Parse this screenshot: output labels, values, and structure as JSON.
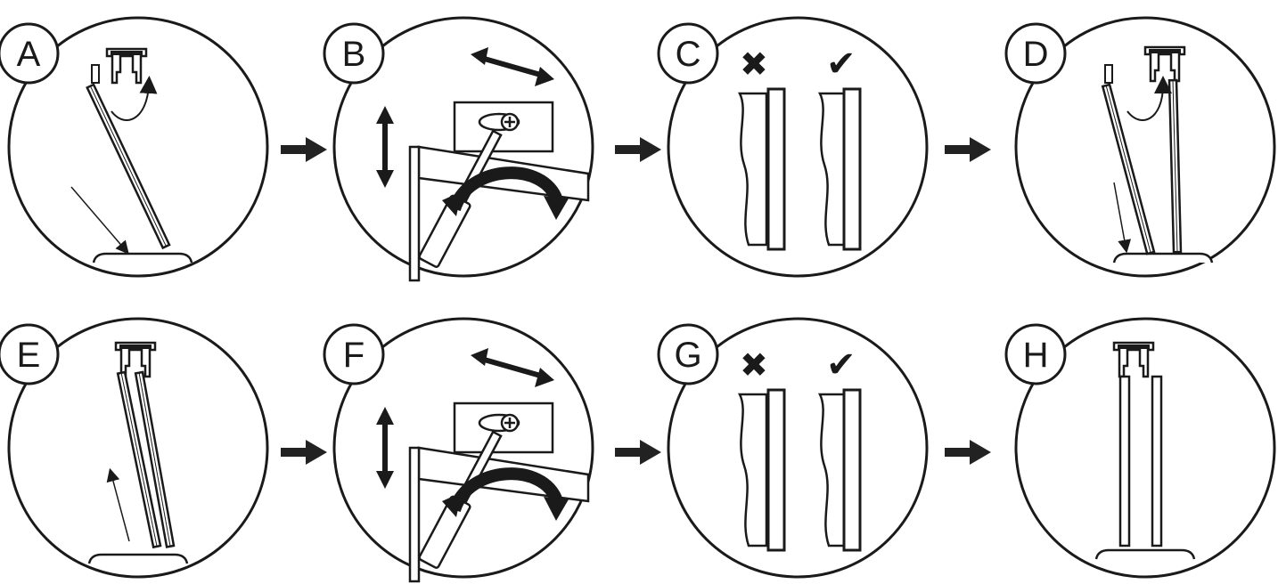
{
  "diagram": {
    "steps": [
      {
        "label": "A",
        "action": "insert-panel"
      },
      {
        "label": "B",
        "action": "adjust-screw"
      },
      {
        "label": "C",
        "action": "check-alignment"
      },
      {
        "label": "D",
        "action": "insert-panel"
      },
      {
        "label": "E",
        "action": "lift-panels"
      },
      {
        "label": "F",
        "action": "adjust-screw"
      },
      {
        "label": "G",
        "action": "check-alignment"
      },
      {
        "label": "H",
        "action": "done"
      }
    ],
    "colors": {
      "line": "#1a1a1a",
      "fill": "#ffffff",
      "arrow": "#222222"
    },
    "icons": [
      "step-arrow-icon",
      "wrong-icon",
      "correct-icon",
      "screwdriver-icon",
      "double-arrow-icon"
    ]
  }
}
